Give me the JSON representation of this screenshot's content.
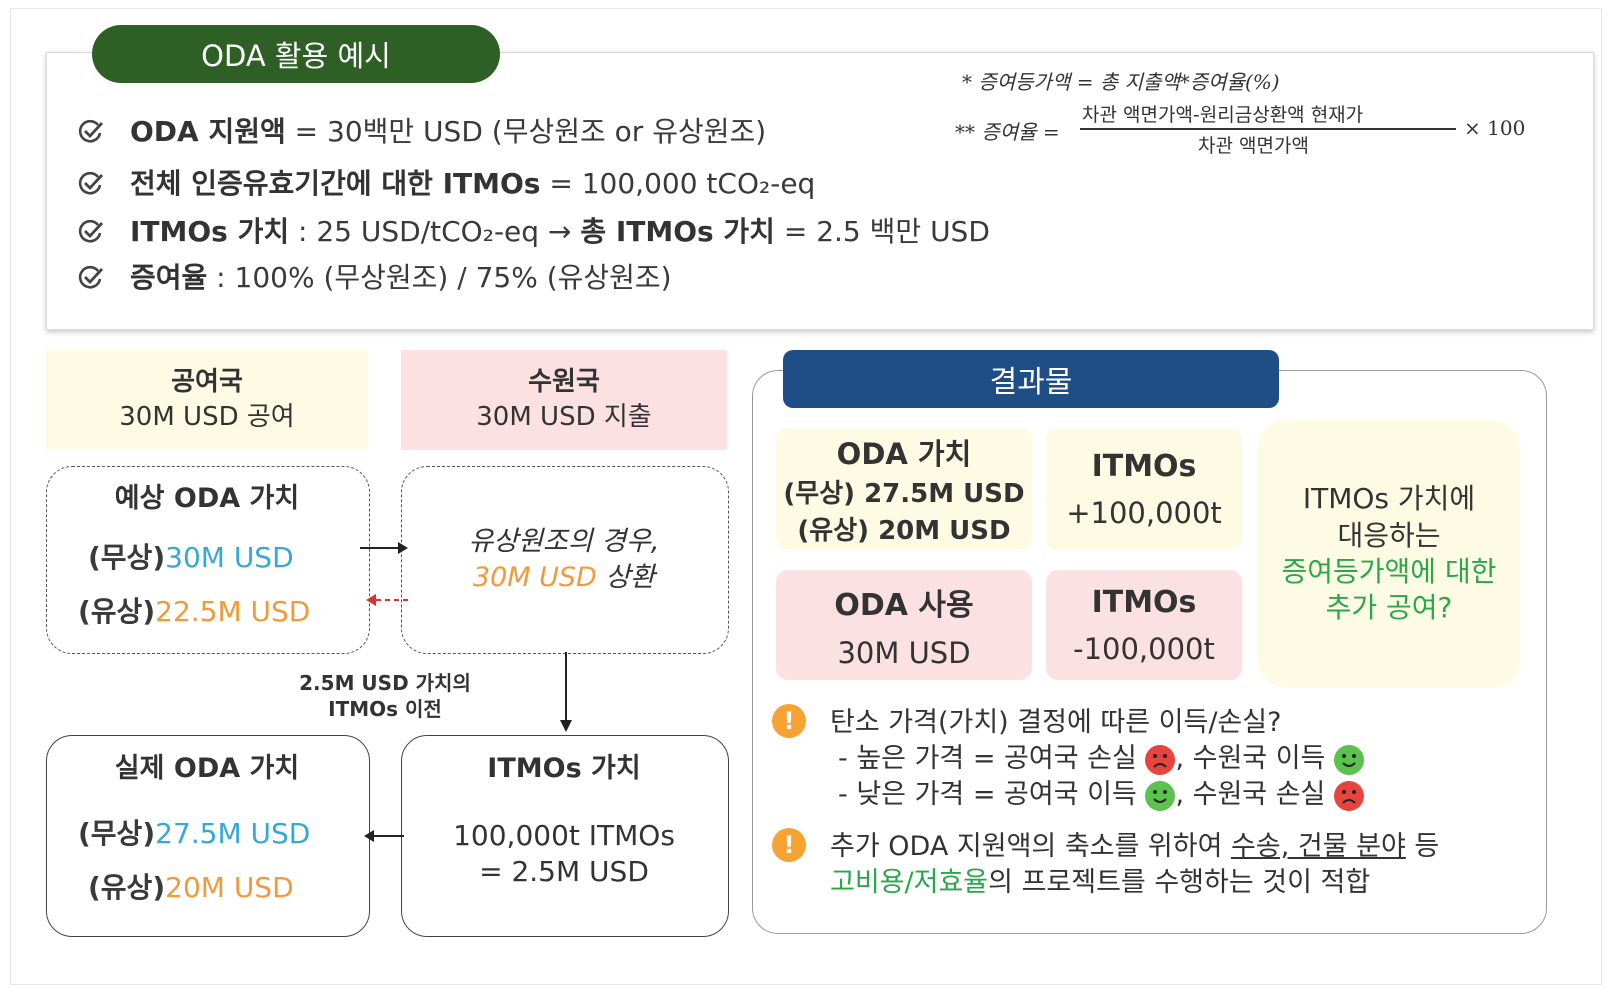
{
  "top": {
    "title": "ODA 활용 예시",
    "bullets": [
      {
        "bold": "ODA 지원액",
        "rest": " = 30백만 USD (무상원조 or 유상원조)"
      },
      {
        "bold": "전체 인증유효기간에 대한 ITMOs",
        "rest": " = 100,000 tCO₂-eq"
      },
      {
        "bold": "ITMOs 가치",
        "rest": " : 25 USD/tCO₂-eq  →  ",
        "bold2": "총 ITMOs 가치",
        "rest2": " = 2.5 백만 USD"
      },
      {
        "bold": "증여율",
        "rest": " : 100% (무상원조) / 75% (유상원조)"
      }
    ],
    "formula1": "* 증여등가액 = 총 지출액*증여율(%)",
    "formula2_label": "** 증여율 =",
    "formula2_num": "차관 액면가액-원리금상환액 현재가",
    "formula2_den": "차관 액면가액",
    "formula2_mult": "× 100"
  },
  "flow": {
    "donor_title": "공여국",
    "donor_text": "30M USD 공여",
    "recipient_title": "수원국",
    "recipient_text": "30M USD 지출",
    "expected_title": "예상 ODA 가치",
    "expected_grant_label": "(무상)",
    "expected_grant_value": "30M USD",
    "expected_loan_label": "(유상)",
    "expected_loan_value": "22.5M USD",
    "loan_case_line1": "유상원조의 경우,",
    "loan_case_value": "30M USD",
    "loan_case_suffix": " 상환",
    "transfer_line1": "2.5M USD 가치의",
    "transfer_line2": "ITMOs 이전",
    "actual_title": "실제 ODA 가치",
    "actual_grant_label": "(무상)",
    "actual_grant_value": "27.5M USD",
    "actual_loan_label": "(유상)",
    "actual_loan_value": "20M USD",
    "itmo_value_title": "ITMOs 가치",
    "itmo_value_line1": "100,000t ITMOs",
    "itmo_value_line2": "= 2.5M USD"
  },
  "result": {
    "title": "결과물",
    "oda_value_title": "ODA 가치",
    "oda_value_grant": "(무상) 27.5M USD",
    "oda_value_loan": "(유상) 20M USD",
    "itmos_plus_title": "ITMOs",
    "itmos_plus_value": "+100,000t",
    "oda_use_title": "ODA 사용",
    "oda_use_value": "30M USD",
    "itmos_minus_title": "ITMOs",
    "itmos_minus_value": "-100,000t",
    "side_line1": "ITMOs 가치에",
    "side_line2": "대응하는",
    "side_line3": "증여등가액에 대한",
    "side_line4": "추가 공여?",
    "note1_line1": "탄소 가격(가치) 결정에 따른 이득/손실?",
    "note1_line2a": "- 높은 가격  =  공여국 손실",
    "note1_line2b": ", 수원국 이득",
    "note1_line3a": "- 낮은 가격  =  공여국 이득",
    "note1_line3b": ", 수원국 손실",
    "note2_line1a": "추가 ODA 지원액의 축소를 위하여 ",
    "note2_line1u": "수송, 건물 분야",
    "note2_line1b": " 등",
    "note2_line2g": "고비용/저효율",
    "note2_line2b": "의 프로젝트를 수행하는 것이 적합",
    "excl_symbol": "!"
  },
  "colors": {
    "title_green": "#2e5f25",
    "result_blue": "#1f4e86",
    "accent_blue": "#35a9d6",
    "accent_orange": "#f29a3b",
    "accent_green": "#29a84a",
    "yellow_bg": "#fdfbe3",
    "pink_bg": "#fce1e3"
  },
  "icons": [
    "check-icon",
    "arrow-right-icon",
    "dashed-arrow-left-icon",
    "arrow-down-icon",
    "arrow-left-icon",
    "exclamation-icon",
    "sad-face-icon",
    "happy-face-icon"
  ]
}
